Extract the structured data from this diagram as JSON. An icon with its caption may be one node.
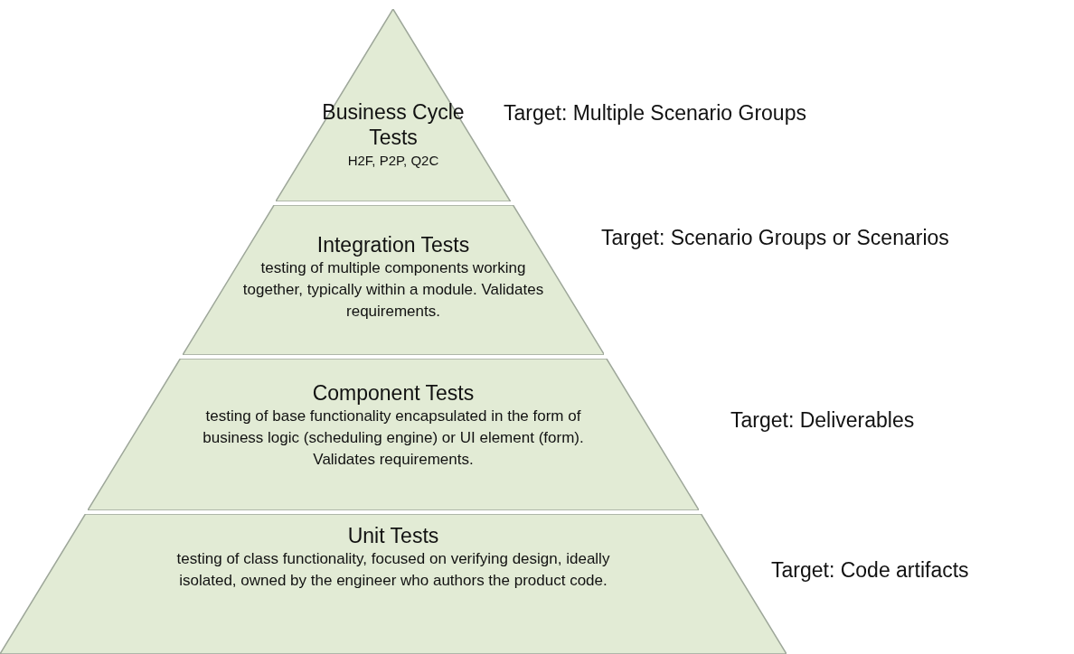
{
  "diagram": {
    "nodes": [
      {
        "text": [
          "Business Cycle Tests",
          "H2F, P2P, Q2C"
        ],
        "beside": [
          "Target: Multiple Scenario Groups"
        ]
      },
      {
        "text": [
          "Integration Tests",
          "testing of multiple components working together, typically within a module. Validates requirements."
        ],
        "beside": [
          "Target: Scenario Groups or Scenarios"
        ]
      },
      {
        "text": [
          "Component Tests",
          "testing of base functionality encapsulated in the form of business logic (scheduling engine) or UI element (form). Validates requirements."
        ],
        "beside": [
          "Target: Deliverables"
        ]
      },
      {
        "text": [
          "Unit Tests",
          "testing of class functionality, focused on verifying design, ideally isolated, owned by the engineer who authors the product code."
        ],
        "beside": [
          "Target: Code artifacts"
        ]
      }
    ],
    "edges": []
  }
}
